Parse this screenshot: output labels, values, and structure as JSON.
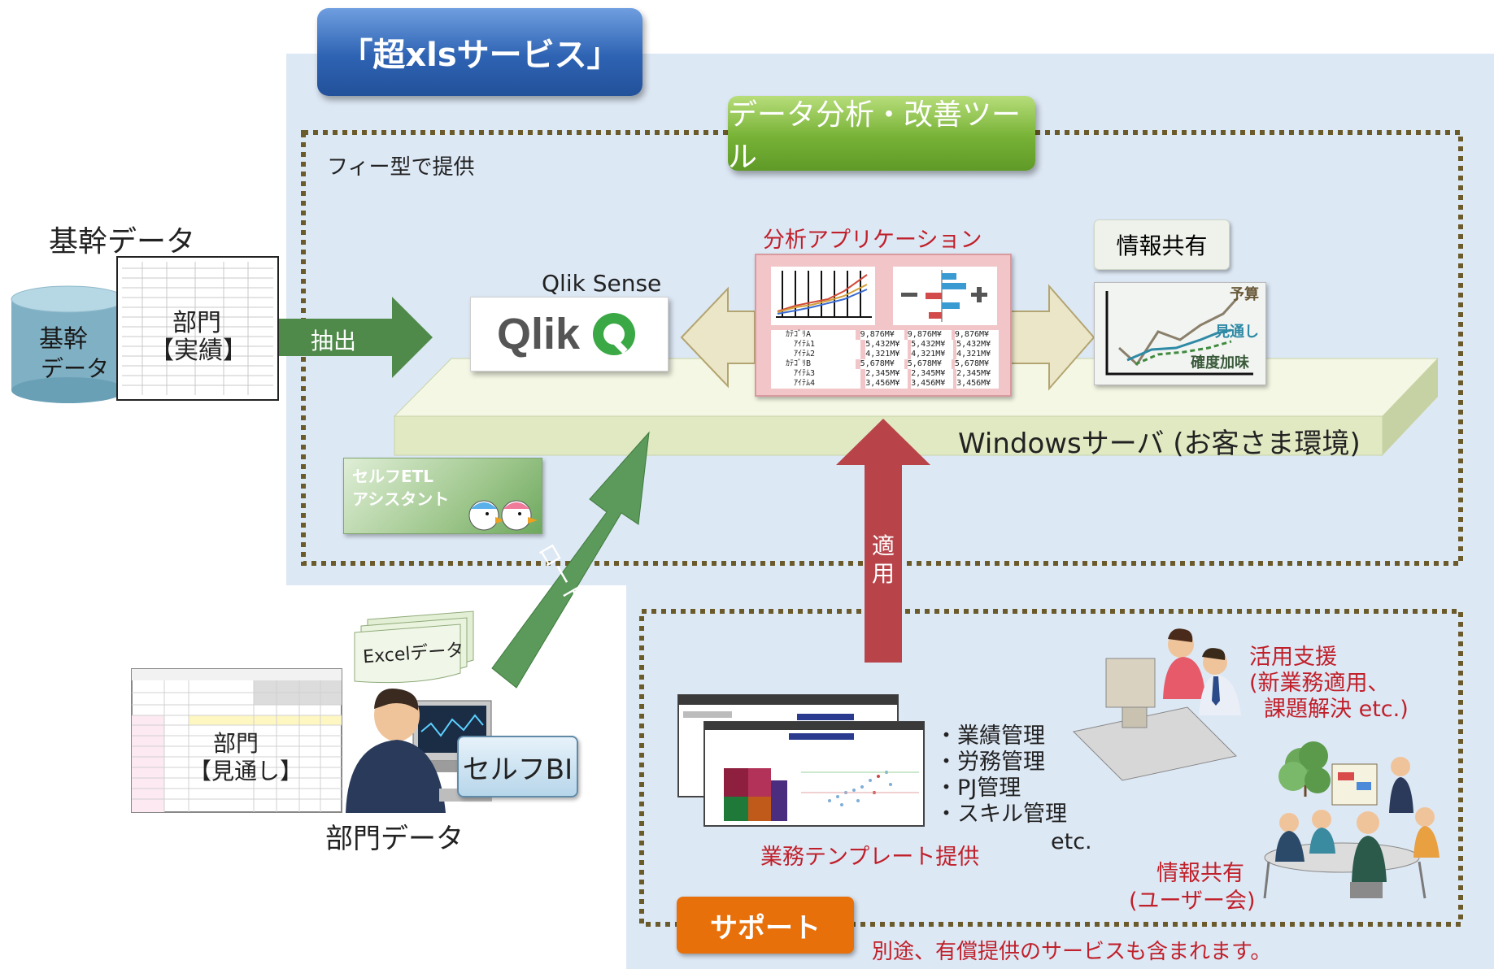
{
  "title": "「超xlsサービス」",
  "tool_section_title": "データ分析・改善ツール",
  "fee_note": "フィー型で提供",
  "core_data": {
    "heading": "基幹データ",
    "db_label_line1": "基幹",
    "db_label_line2": "データ",
    "sheet_label_line1": "部門",
    "sheet_label_line2": "【実績】",
    "extract_label": "抽出"
  },
  "qlik": {
    "label": "Qlik Sense",
    "logo_text": "Qlik"
  },
  "analysis_app": {
    "heading": "分析アプリケーション",
    "rows": [
      {
        "name": "ｶﾃｺﾞﾘA",
        "v1": "9,876M¥",
        "v2": "9,876M¥",
        "v3": "9,876M¥"
      },
      {
        "name": "ｱｲﾃﾑ1",
        "v1": "5,432M¥",
        "v2": "5,432M¥",
        "v3": "5,432M¥"
      },
      {
        "name": "ｱｲﾃﾑ2",
        "v1": "4,321M¥",
        "v2": "4,321M¥",
        "v3": "4,321M¥"
      },
      {
        "name": "ｶﾃｺﾞﾘB",
        "v1": "5,678M¥",
        "v2": "5,678M¥",
        "v3": "5,678M¥"
      },
      {
        "name": "ｱｲﾃﾑ3",
        "v1": "2,345M¥",
        "v2": "2,345M¥",
        "v3": "2,345M¥"
      },
      {
        "name": "ｱｲﾃﾑ4",
        "v1": "3,456M¥",
        "v2": "3,456M¥",
        "v3": "3,456M¥"
      }
    ]
  },
  "info_share": {
    "chip": "情報共有",
    "series_budget": "予算",
    "series_forecast": "見通し",
    "series_committed": "確度加味"
  },
  "server_label": "Windowsサーバ (お客さま環境)",
  "etl_label_line1": "セルフETL",
  "etl_label_line2": "アシスタント",
  "load_label": "ロード",
  "apply_label_line1": "適",
  "apply_label_line2": "用",
  "dept_data": {
    "excel_label": "Excelデータ",
    "sheet_label_line1": "部門",
    "sheet_label_line2": "【見通し】",
    "selfbi_label": "セルフBI",
    "caption": "部門データ"
  },
  "templates": {
    "items": [
      "・業績管理",
      "・労務管理",
      "・PJ管理",
      "・スキル管理"
    ],
    "etc": "etc.",
    "caption": "業務テンプレート提供"
  },
  "utilization_support": {
    "line1": "活用支援",
    "line2": "(新業務適用、",
    "line3": "課題解決 etc.)"
  },
  "user_group": {
    "line1": "情報共有",
    "line2": "(ユーザー会)"
  },
  "support": {
    "badge": "サポート",
    "note": "別途、有償提供のサービスも含まれます。"
  },
  "colors": {
    "service_bg": "#dde8f5",
    "dotted_border": "#6b5a2a",
    "server_platform": "#e9efcf",
    "extract_arrow": "#4f8a4a",
    "apply_arrow": "#b8444a",
    "title_blue": "#2e63b3",
    "green_title": "#77b236",
    "support_orange": "#e8700a",
    "red_text": "#c0202a"
  }
}
